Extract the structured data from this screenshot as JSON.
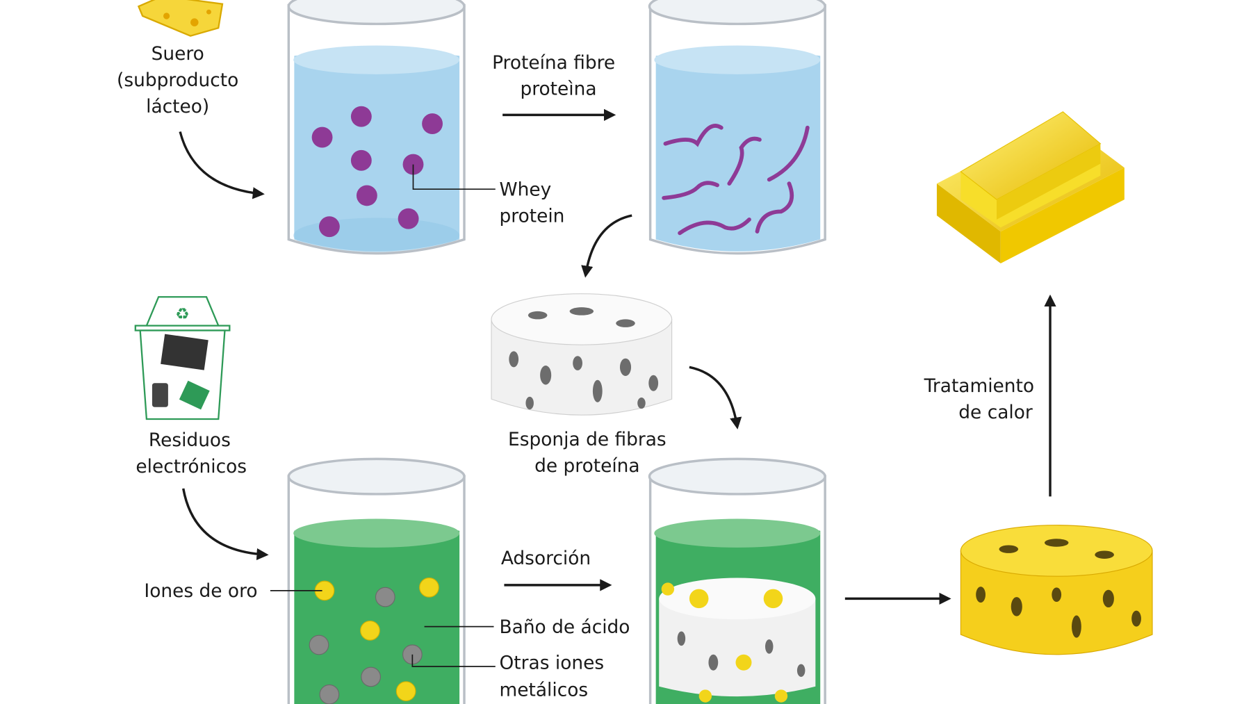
{
  "labels": {
    "whey_source_1": "Suero",
    "whey_source_2": "(subproducto",
    "whey_source_3": "lácteo)",
    "fibre_step_1": "Proteína fibre",
    "fibre_step_2": "proteìna",
    "whey_protein_1": "Whey",
    "whey_protein_2": "protein",
    "sponge_1": "Esponja de fibras",
    "sponge_2": "de proteína",
    "ewaste_1": "Residuos",
    "ewaste_2": "electrónicos",
    "gold_ions": "Iones de oro",
    "adsorption": "Adsorción",
    "acid_bath": "Baño de ácido",
    "other_ions_1": "Otras iones",
    "other_ions_2": "metálicos",
    "heat_1": "Tratamiento",
    "heat_2": "de calor"
  },
  "colors": {
    "blue_liquid": "#a9d4ee",
    "green_liquid": "#3fae62",
    "protein": "#8e3a96",
    "gold": "#f2d51a",
    "metal": "#8a8a8a",
    "arrow": "#1a1a1a"
  }
}
